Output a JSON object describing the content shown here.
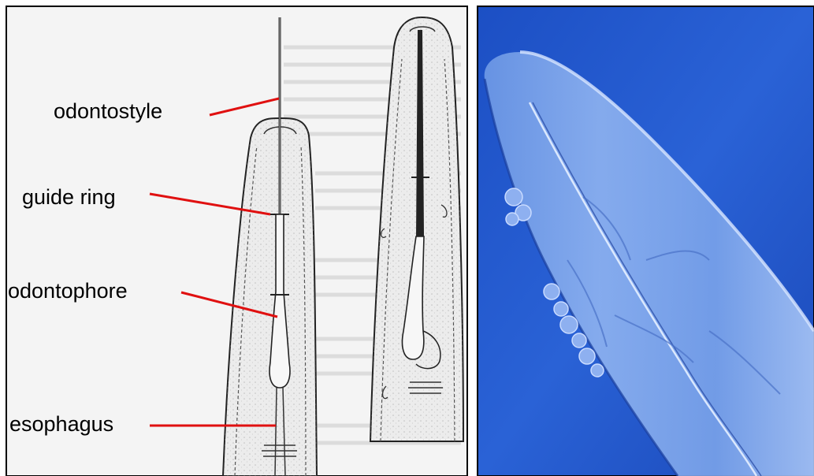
{
  "labels": {
    "odontostyle": "odontostyle",
    "guide_ring": "guide ring",
    "odontophore": "odontophore",
    "esophagus": "esophagus"
  },
  "colors": {
    "leader_line": "#e01010",
    "micrograph_background": "#1f56c8",
    "panel_border": "#000000"
  }
}
